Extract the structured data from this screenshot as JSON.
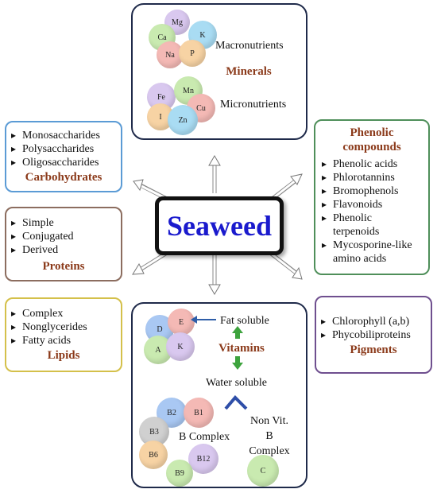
{
  "center": {
    "label": "Seaweed",
    "color": "#1a1acd"
  },
  "minerals": {
    "title": "Minerals",
    "macro_label": "Macronutrients",
    "micro_label": "Micronutrients",
    "macro": [
      "Mg",
      "Ca",
      "K",
      "Na",
      "P"
    ],
    "micro": [
      "Fe",
      "Mn",
      "Cu",
      "I",
      "Zn"
    ]
  },
  "carbohydrates": {
    "title": "Carbohydrates",
    "items": [
      "Monosaccharides",
      "Polysaccharides",
      "Oligosaccharides"
    ],
    "border": "#5b9bd5"
  },
  "proteins": {
    "title": "Proteins",
    "items": [
      "Simple",
      "Conjugated",
      "Derived"
    ],
    "border": "#8c6d5f"
  },
  "lipids": {
    "title": "Lipids",
    "items": [
      "Complex",
      "Nonglycerides",
      "Fatty acids"
    ],
    "border": "#d4c04a"
  },
  "phenolic": {
    "title": "Phenolic compounds",
    "items": [
      "Phenolic acids",
      "Phlorotannins",
      "Bromophenols",
      "Flavonoids",
      "Phenolic terpenoids",
      "Mycosporine-like amino acids"
    ],
    "border": "#4f8f5a"
  },
  "pigments": {
    "title": "Pigments",
    "items": [
      "Chlorophyll (a,b)",
      "Phycobiliproteins"
    ],
    "border": "#6f4f8f"
  },
  "vitamins": {
    "title": "Vitamins",
    "fat_soluble": "Fat soluble",
    "water_soluble": "Water soluble",
    "fat": [
      "D",
      "E",
      "A",
      "K"
    ],
    "b_complex_label": "B Complex",
    "b_items": [
      "B2",
      "B1",
      "B3",
      "B6",
      "B12",
      "B9"
    ],
    "non_b_label": "Non Vit. B Complex",
    "non_b_item": "C"
  }
}
